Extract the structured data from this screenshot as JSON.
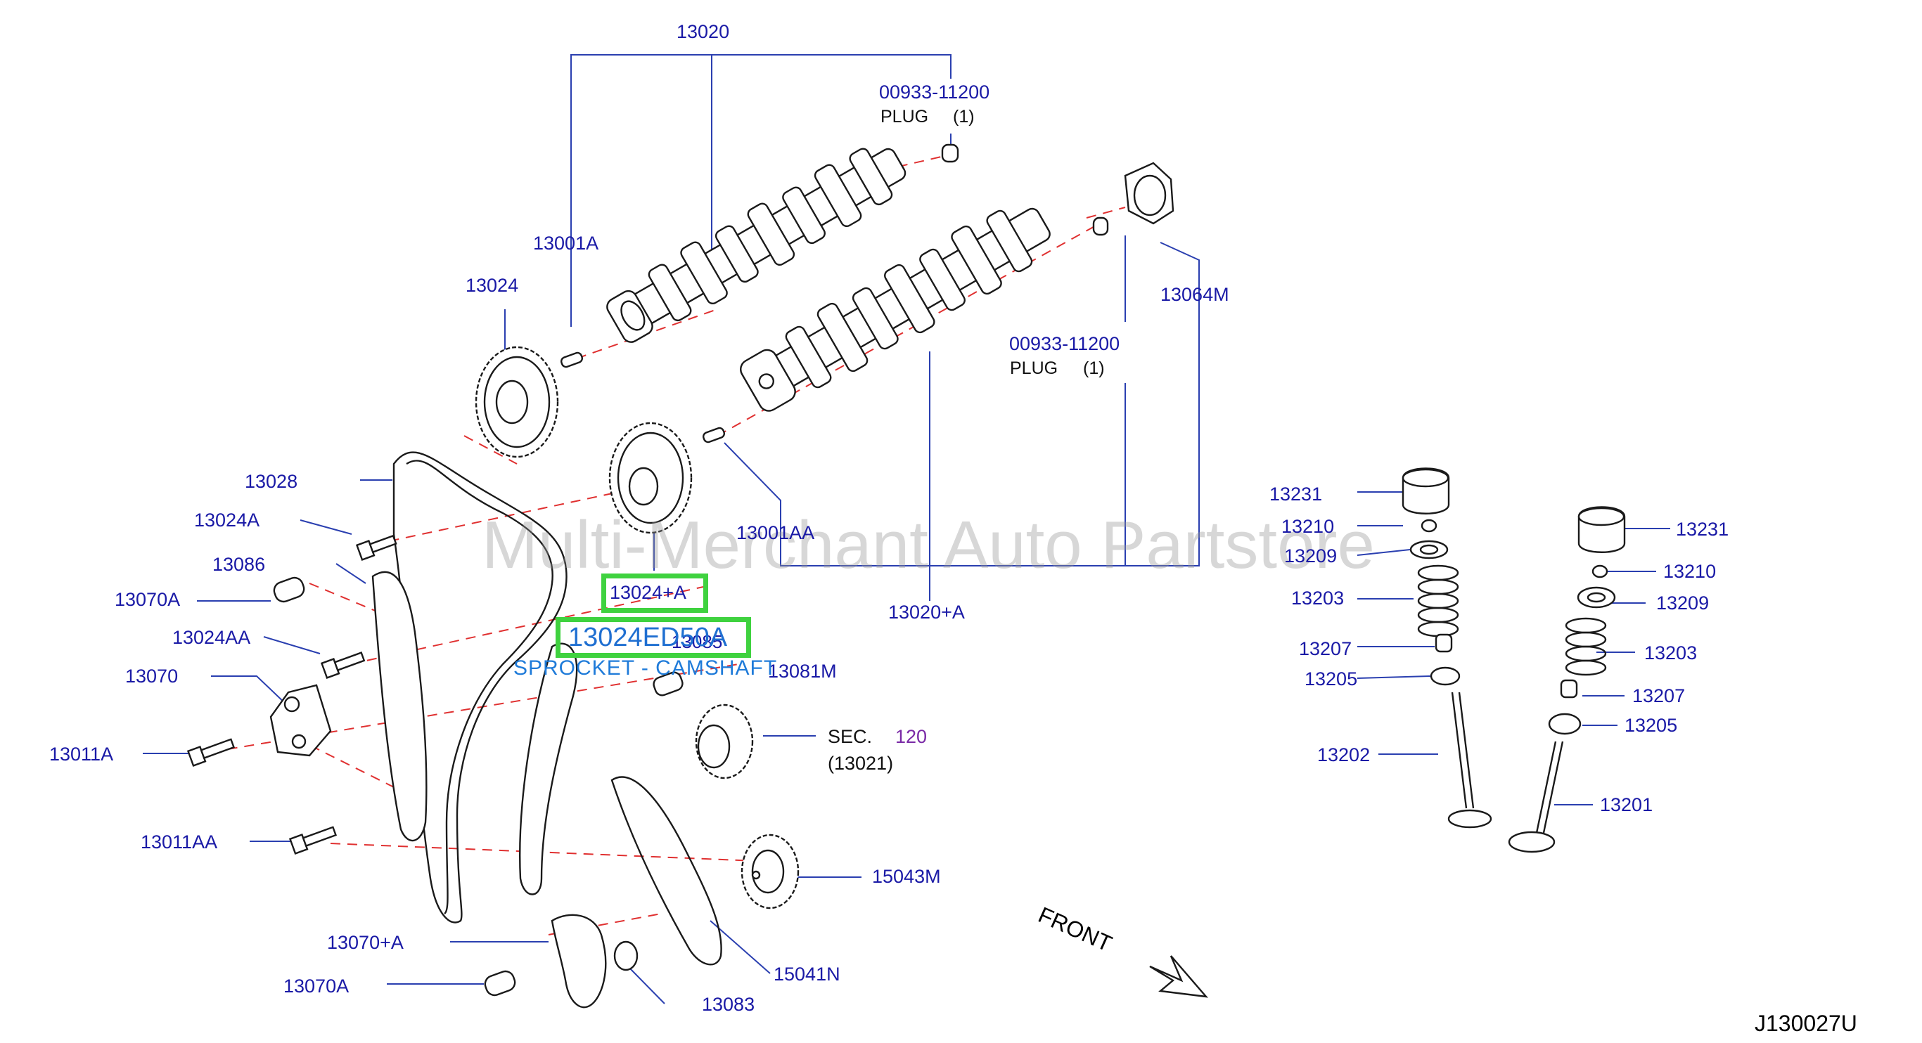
{
  "watermark": "Multi-Merchant Auto Partstore",
  "figure_code": "J130027U",
  "front_label": "FRONT",
  "selection": {
    "part_number": "13024ED50A",
    "description": "SPROCKET - CAMSHAFT"
  },
  "sec_ref": {
    "label": "SEC.",
    "number": "120",
    "sub": "(13021)"
  },
  "plug_upper": {
    "part": "00933-11200",
    "name": "PLUG",
    "qty": "(1)"
  },
  "plug_lower": {
    "part": "00933-11200",
    "name": "PLUG",
    "qty": "(1)"
  },
  "callouts": {
    "c13020": "13020",
    "c13001A": "13001A",
    "c13024": "13024",
    "c13064M": "13064M",
    "c13028": "13028",
    "c13024A": "13024A",
    "c13086": "13086",
    "c13070A_top": "13070A",
    "c13024AA": "13024AA",
    "c13070": "13070",
    "c13011A": "13011A",
    "c13011AA": "13011AA",
    "c13070plusA": "13070+A",
    "c13070A_bot": "13070A",
    "c13083": "13083",
    "c15041N": "15041N",
    "c15043M": "15043M",
    "c13081M": "13081M",
    "c13085": "13085",
    "c13024plusA": "13024+A",
    "c13001AA": "13001AA",
    "c13020plusA": "13020+A",
    "c13231_l": "13231",
    "c13210_l": "13210",
    "c13209_l": "13209",
    "c13203_l": "13203",
    "c13207_l": "13207",
    "c13205_l": "13205",
    "c13202": "13202",
    "c13231_r": "13231",
    "c13210_r": "13210",
    "c13209_r": "13209",
    "c13203_r": "13203",
    "c13207_r": "13207",
    "c13205_r": "13205",
    "c13201": "13201"
  }
}
